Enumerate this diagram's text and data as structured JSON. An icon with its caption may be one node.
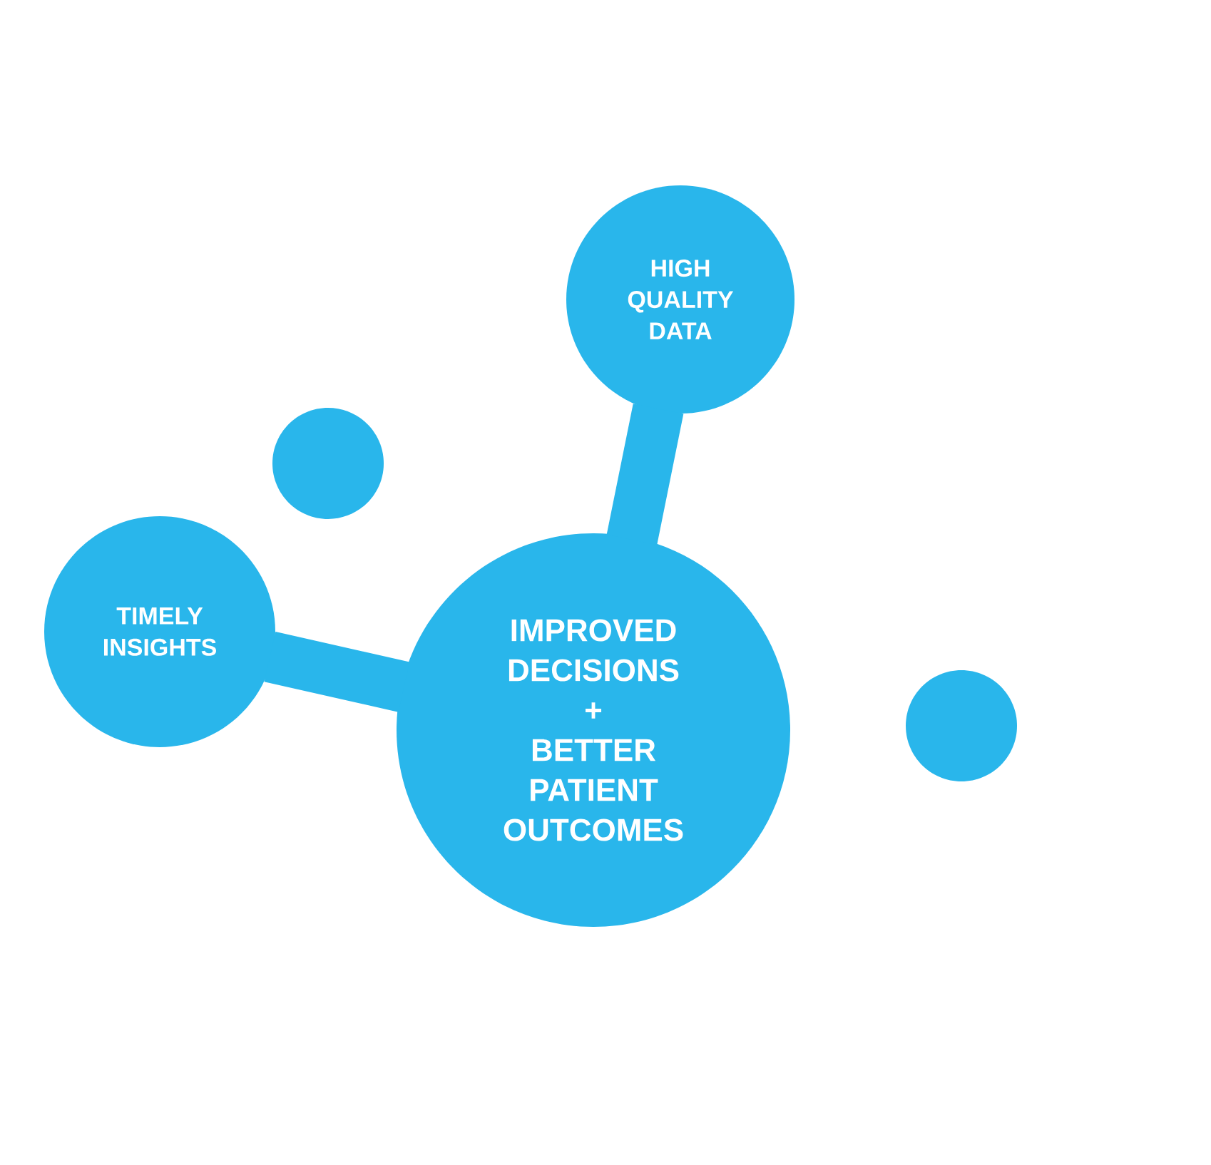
{
  "diagram": {
    "nodes": [
      {
        "text": [
          "HIGH QUALITY DATA"
        ]
      },
      {
        "text": [],
        "shape": "circle"
      },
      {
        "text": [
          "TIMELY INSIGHTS"
        ]
      },
      {
        "text": [
          "IMPROVED DECISIONS",
          "+",
          "BETTER PATIENT OUTCOMES"
        ]
      },
      {
        "text": [],
        "shape": "circle"
      }
    ],
    "edges": [
      {
        "from": 3,
        "to": 0,
        "arrow": "none"
      },
      {
        "from": 3,
        "to": 2,
        "arrow": "none"
      }
    ]
  }
}
